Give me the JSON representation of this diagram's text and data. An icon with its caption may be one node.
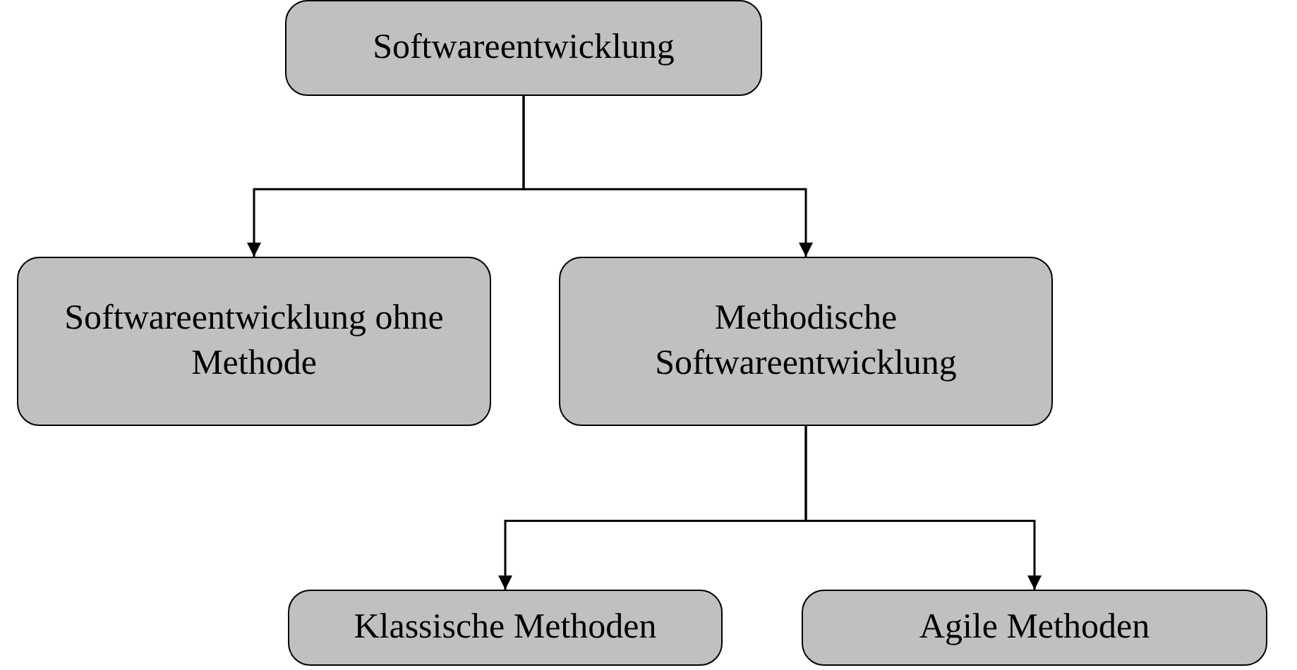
{
  "diagram": {
    "nodes": [
      {
        "text": [
          "Softwareentwicklung"
        ]
      },
      {
        "text": [
          "Softwareentwicklung ohne Methode"
        ]
      },
      {
        "text": [
          "Methodische Softwareentwicklung"
        ]
      },
      {
        "text": [
          "Klassische Methoden"
        ]
      },
      {
        "text": [
          "Agile Methoden"
        ]
      }
    ],
    "edges": [
      {
        "from": 0,
        "to": 1,
        "arrow": "to"
      },
      {
        "from": 0,
        "to": 2,
        "arrow": "to"
      },
      {
        "from": 2,
        "to": 3,
        "arrow": "to"
      },
      {
        "from": 2,
        "to": 4,
        "arrow": "to"
      }
    ]
  }
}
